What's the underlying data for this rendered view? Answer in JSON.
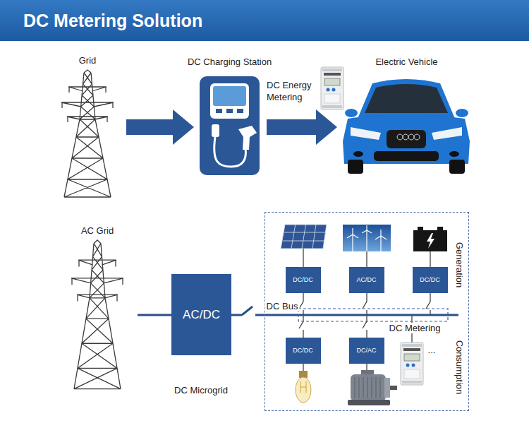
{
  "diagram": {
    "title": "DC Metering Solution",
    "nodes": [
      {
        "text": [
          "Grid"
        ]
      },
      {
        "text": [
          "DC Charging Station"
        ]
      },
      {
        "text": [
          "Electric Vehicle"
        ]
      },
      {
        "text": [
          "AC Grid"
        ]
      },
      {
        "text": [
          "AC/DC"
        ]
      },
      {
        "text": [
          "Generation",
          "Consumption"
        ]
      },
      {
        "text": [
          "DC/DC"
        ],
        "in": 5
      },
      {
        "text": [
          "AC/DC"
        ],
        "in": 5
      },
      {
        "text": [
          "DC/DC"
        ],
        "in": 5
      },
      {
        "text": [
          "DC/DC"
        ],
        "in": 5
      },
      {
        "text": [
          "DC/AC"
        ],
        "in": 5
      }
    ],
    "edges": [
      {
        "from": 0,
        "to": 1,
        "arrow": "to"
      },
      {
        "from": 1,
        "to": 2,
        "arrow": "to",
        "label": "DC Energy Metering"
      },
      {
        "from": 3,
        "to": 4,
        "arrow": "none"
      }
    ],
    "labels": [
      "DC Bus",
      "DC Metering",
      "...",
      "DC Microgrid"
    ]
  }
}
